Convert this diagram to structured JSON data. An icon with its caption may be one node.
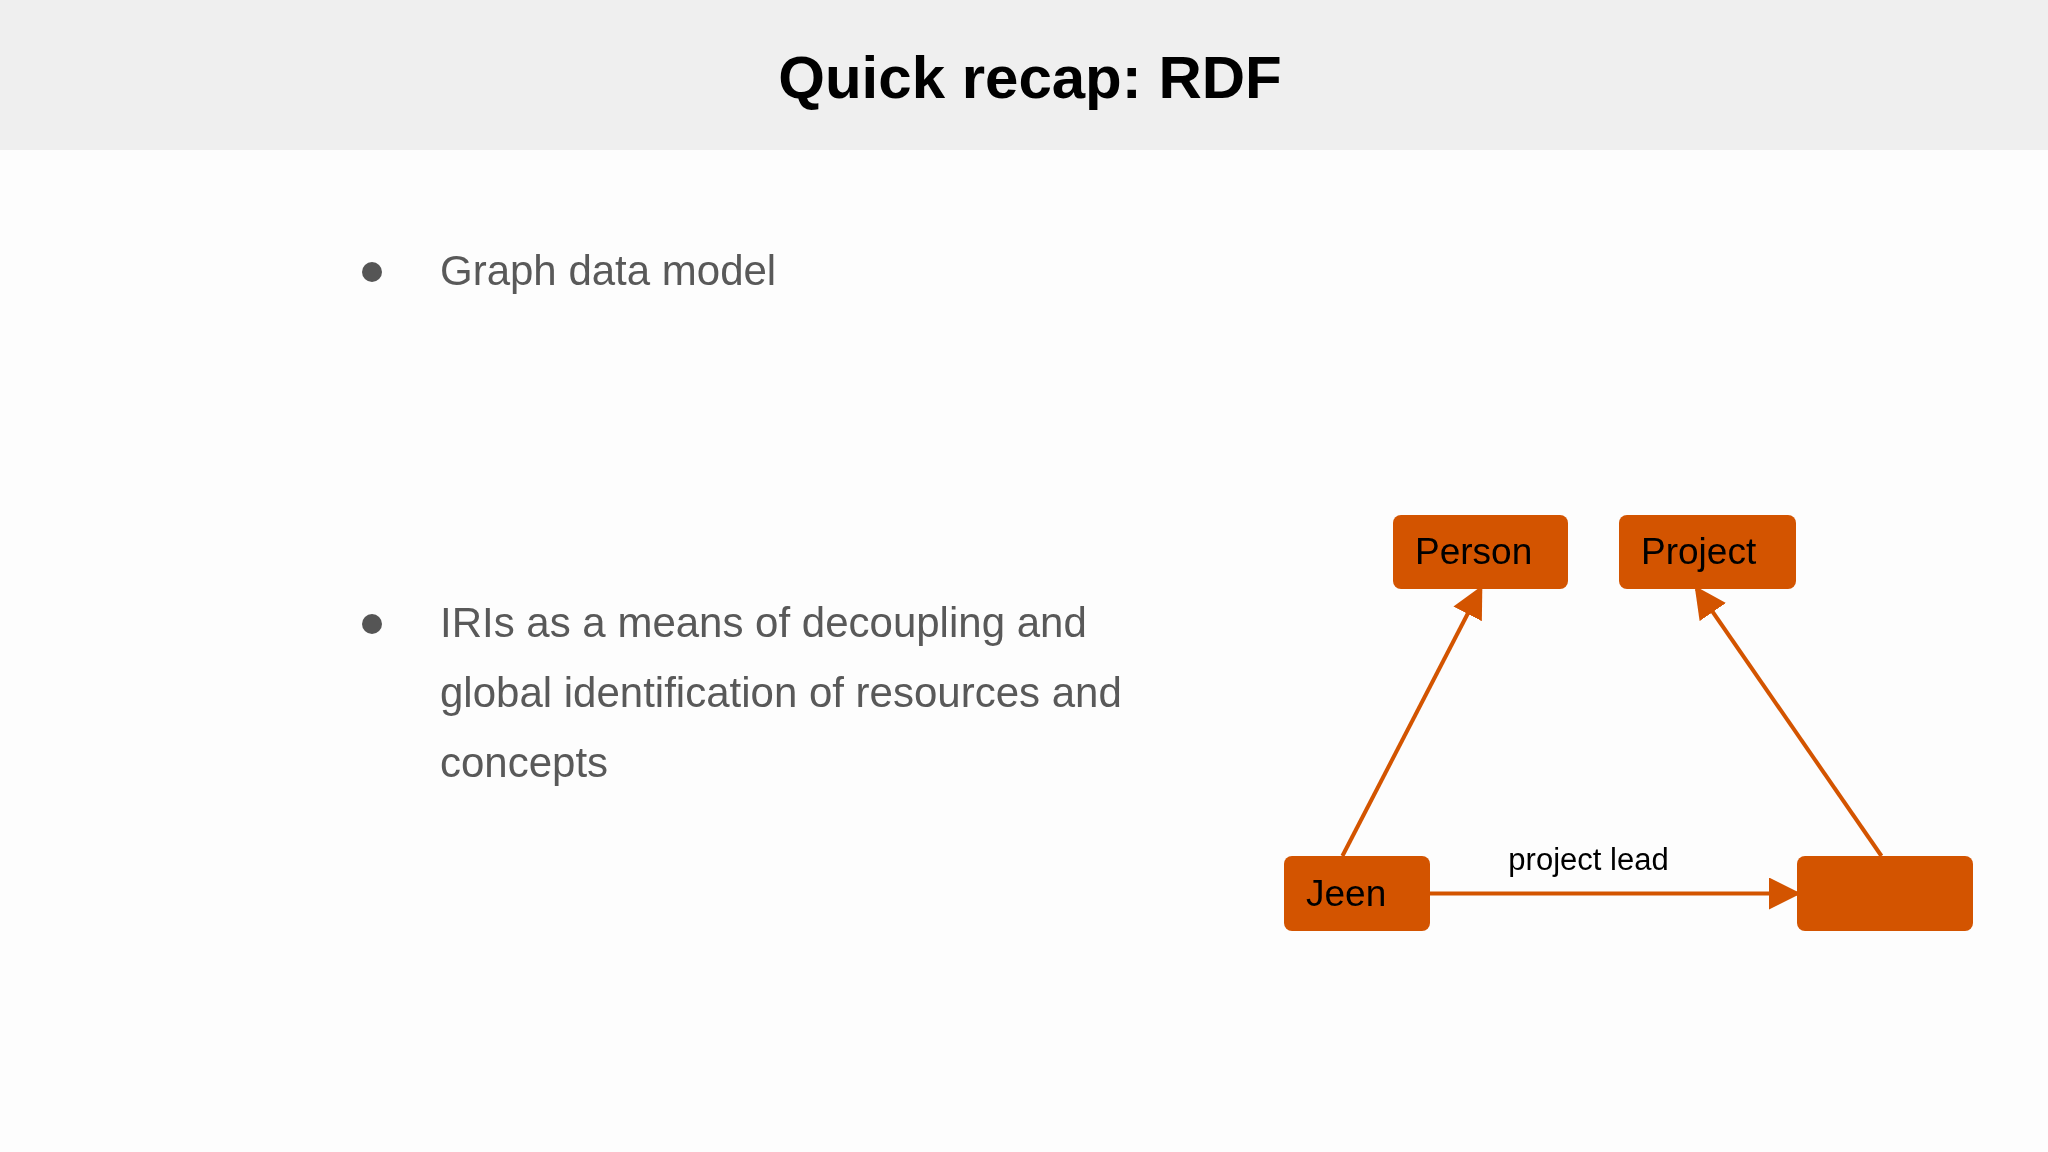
{
  "diagram": {
    "title": "Quick recap: RDF",
    "nodes": [
      {
        "text": [
          "Person"
        ]
      },
      {
        "text": [
          "Project"
        ]
      },
      {
        "text": [
          "Jeen"
        ]
      },
      {
        "text": [],
        "shape": "box"
      }
    ],
    "edges": [
      {
        "from": 2,
        "to": 0,
        "arrow": "to"
      },
      {
        "from": 3,
        "to": 1,
        "arrow": "to"
      },
      {
        "from": 2,
        "to": 3,
        "arrow": "to",
        "label": "project lead"
      }
    ],
    "labels": [
      "Graph data model",
      "IRIs as a means of decoupling and global identification of resources and concepts"
    ]
  }
}
